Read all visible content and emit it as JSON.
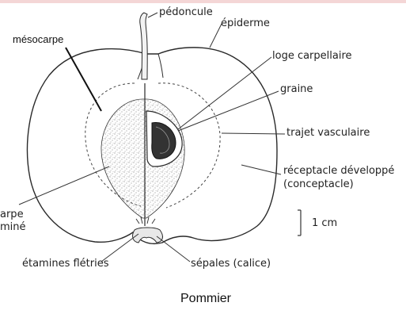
{
  "labels": {
    "pedoncule": "pédoncule",
    "epiderme": "épiderme",
    "mesocarpe": "mésocarpe",
    "loge_carpellaire": "loge carpellaire",
    "graine": "graine",
    "trajet_vasculaire": "trajet vasculaire",
    "receptacle_line1": "réceptacle développé",
    "receptacle_line2": "(conceptacle)",
    "endocarpe_line1": "arpe",
    "endocarpe_line2": "miné",
    "scale": "1 cm",
    "etamines": "étamines flétries",
    "sepales": "sépales (calice)"
  },
  "caption": "Pommier",
  "colors": {
    "ink": "#2a2a2a",
    "seed": "#333333",
    "top_strip": "#f4d6d6"
  }
}
